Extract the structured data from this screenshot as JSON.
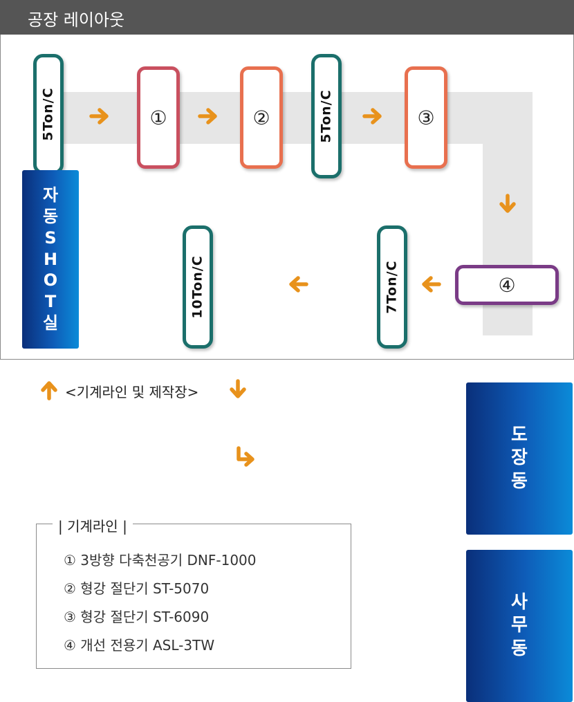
{
  "header": {
    "title": "공장 레이아웃"
  },
  "cranes": [
    {
      "id": "crane1",
      "label": "5Ton/C"
    },
    {
      "id": "crane2",
      "label": "5Ton/C"
    },
    {
      "id": "crane3",
      "label": "10Ton/C"
    },
    {
      "id": "crane4",
      "label": "7Ton/C"
    }
  ],
  "machines": [
    {
      "label": "①",
      "color": "#c9505f"
    },
    {
      "label": "②",
      "color": "#e8704f"
    },
    {
      "label": "③",
      "color": "#e8704f"
    },
    {
      "label": "④",
      "color": "#7a3b86"
    }
  ],
  "shot_room": {
    "chars": [
      "자",
      "동",
      "S",
      "H",
      "O",
      "T",
      "실"
    ]
  },
  "caption": "<기계라인 및 제작장>",
  "buildings": [
    {
      "chars": [
        "도",
        "장",
        "동"
      ]
    },
    {
      "chars": [
        "사",
        "무",
        "동"
      ]
    }
  ],
  "legend": {
    "title": "기계라인",
    "items": [
      "① 3방향 다축천공기 DNF-1000",
      "② 형강 절단기 ST-5070",
      "③ 형강 절단기 ST-6090",
      "④ 개선 전용기 ASL-3TW"
    ]
  },
  "colors": {
    "arrow": "#e8921c",
    "crane_border": "#1b6f6b",
    "header_bg": "#555555",
    "belt": "#e6e6e6"
  }
}
